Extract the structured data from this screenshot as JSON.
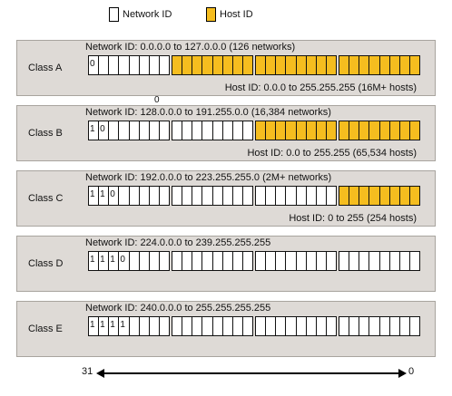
{
  "legend": {
    "network": {
      "label": "Network ID",
      "color": "#ffffff"
    },
    "host": {
      "label": "Host ID",
      "color": "#f5bd1f"
    }
  },
  "classes": [
    {
      "name": "Class A",
      "network_label": "Network ID: 0.0.0.0 to 127.0.0.0 (126 networks)",
      "host_label": "Host ID: 0.0.0 to 255.255.255 (16M+ hosts)",
      "leading_bits": [
        "0"
      ],
      "network_bits": 8,
      "total_bits": 32
    },
    {
      "name": "Class B",
      "network_label": "Network ID: 128.0.0.0 to 191.255.0.0 (16,384 networks)",
      "host_label": "Host ID: 0.0 to 255.255 (65,534 hosts)",
      "leading_bits": [
        "1",
        "0"
      ],
      "network_bits": 16,
      "total_bits": 32
    },
    {
      "name": "Class C",
      "network_label": "Network ID: 192.0.0.0 to 223.255.255.0 (2M+ networks)",
      "host_label": "Host ID: 0 to 255 (254 hosts)",
      "leading_bits": [
        "1",
        "1",
        "0"
      ],
      "network_bits": 24,
      "total_bits": 32
    },
    {
      "name": "Class D",
      "network_label": "Network ID: 224.0.0.0 to 239.255.255.255",
      "host_label": "",
      "leading_bits": [
        "1",
        "1",
        "1",
        "0"
      ],
      "network_bits": 32,
      "total_bits": 32
    },
    {
      "name": "Class E",
      "network_label": "Network ID: 240.0.0.0 to 255.255.255.255",
      "host_label": "",
      "leading_bits": [
        "1",
        "1",
        "1",
        "1"
      ],
      "network_bits": 32,
      "total_bits": 32
    }
  ],
  "stray_zero": "0",
  "axis": {
    "left": "31",
    "right": "0"
  }
}
